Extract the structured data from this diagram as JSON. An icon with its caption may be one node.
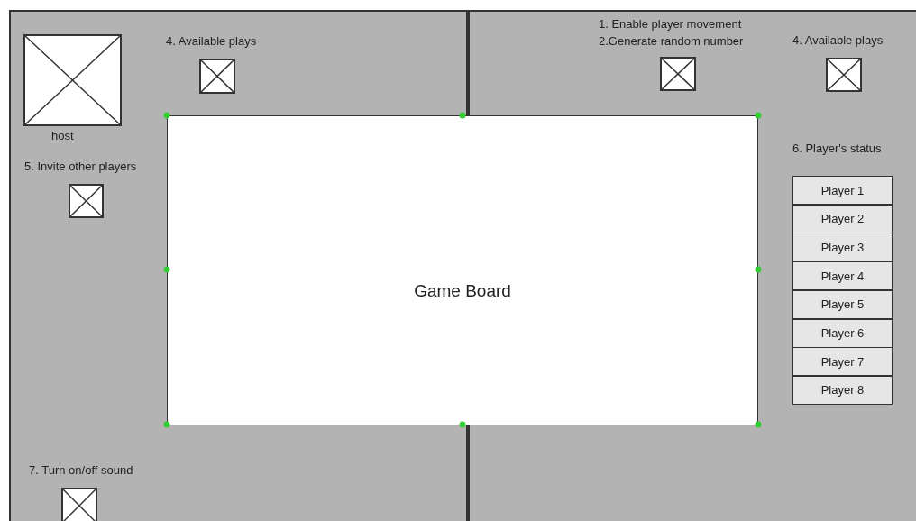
{
  "diagram": {
    "nodes": [
      {
        "text": [
          "Game Board"
        ]
      },
      {
        "text": [
          "Player 1"
        ]
      },
      {
        "text": [
          "Player 2"
        ]
      },
      {
        "text": [
          "Player 3"
        ]
      },
      {
        "text": [
          "Player 4"
        ]
      },
      {
        "text": [
          "Player 5"
        ]
      },
      {
        "text": [
          "Player 6"
        ]
      },
      {
        "text": [
          "Player 7"
        ]
      },
      {
        "text": [
          "Player 8"
        ]
      }
    ],
    "edges": [],
    "labels": [
      "4. Available plays",
      "1. Enable player movement",
      "2.Generate random number",
      "4. Available plays",
      "host",
      "5. Invite other players",
      "6. Player's status",
      "7. Turn on/off sound"
    ]
  }
}
